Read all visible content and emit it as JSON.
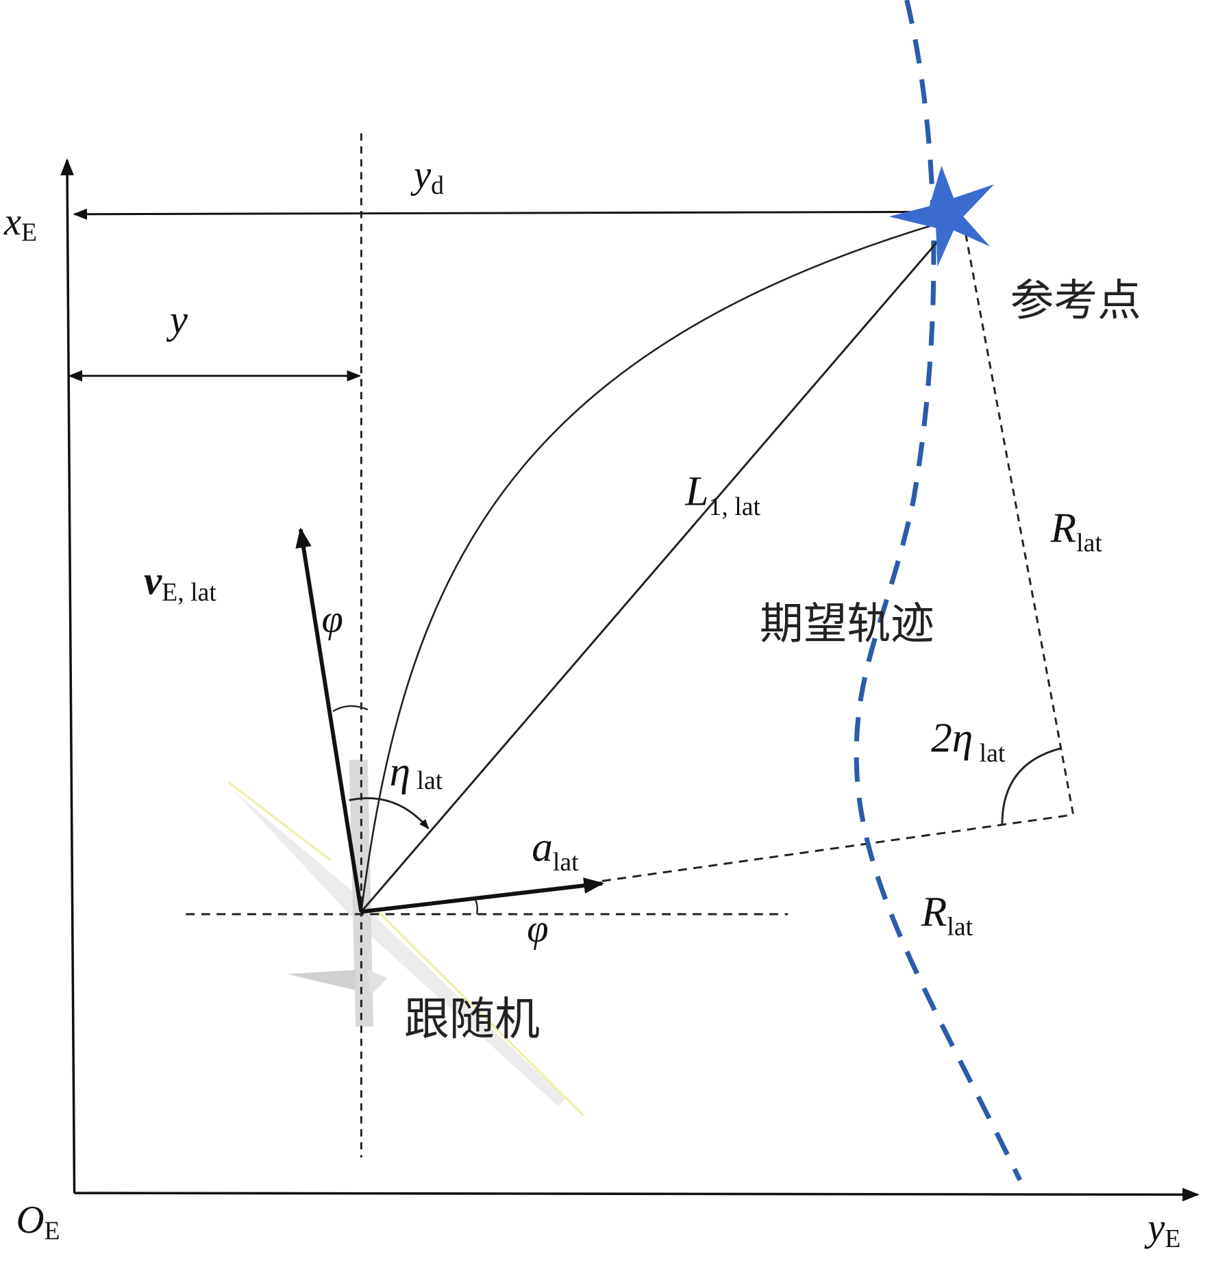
{
  "axes": {
    "x_axis_label": "x",
    "x_axis_sub": "E",
    "y_axis_label": "y",
    "y_axis_sub": "E",
    "origin_label": "O",
    "origin_sub": "E"
  },
  "labels": {
    "yd": "y",
    "yd_sub": "d",
    "y": "y",
    "v": "v",
    "v_sub": "E, lat",
    "phi_top": "φ",
    "phi_bottom": "φ",
    "eta": "η",
    "eta_sub": "lat",
    "a": "a",
    "a_sub": "lat",
    "L": "L",
    "L_sub": "1, lat",
    "R_top": "R",
    "R_top_sub": "lat",
    "R_bottom": "R",
    "R_bottom_sub": "lat",
    "two_eta": "2η",
    "two_eta_sub": "lat",
    "reference_point": "参考点",
    "desired_trajectory": "期望轨迹",
    "follower": "跟随机"
  },
  "colors": {
    "trajectory": "#2a5caa",
    "star": "#3a6ccf",
    "aircraft_trail": "#e8e070"
  }
}
